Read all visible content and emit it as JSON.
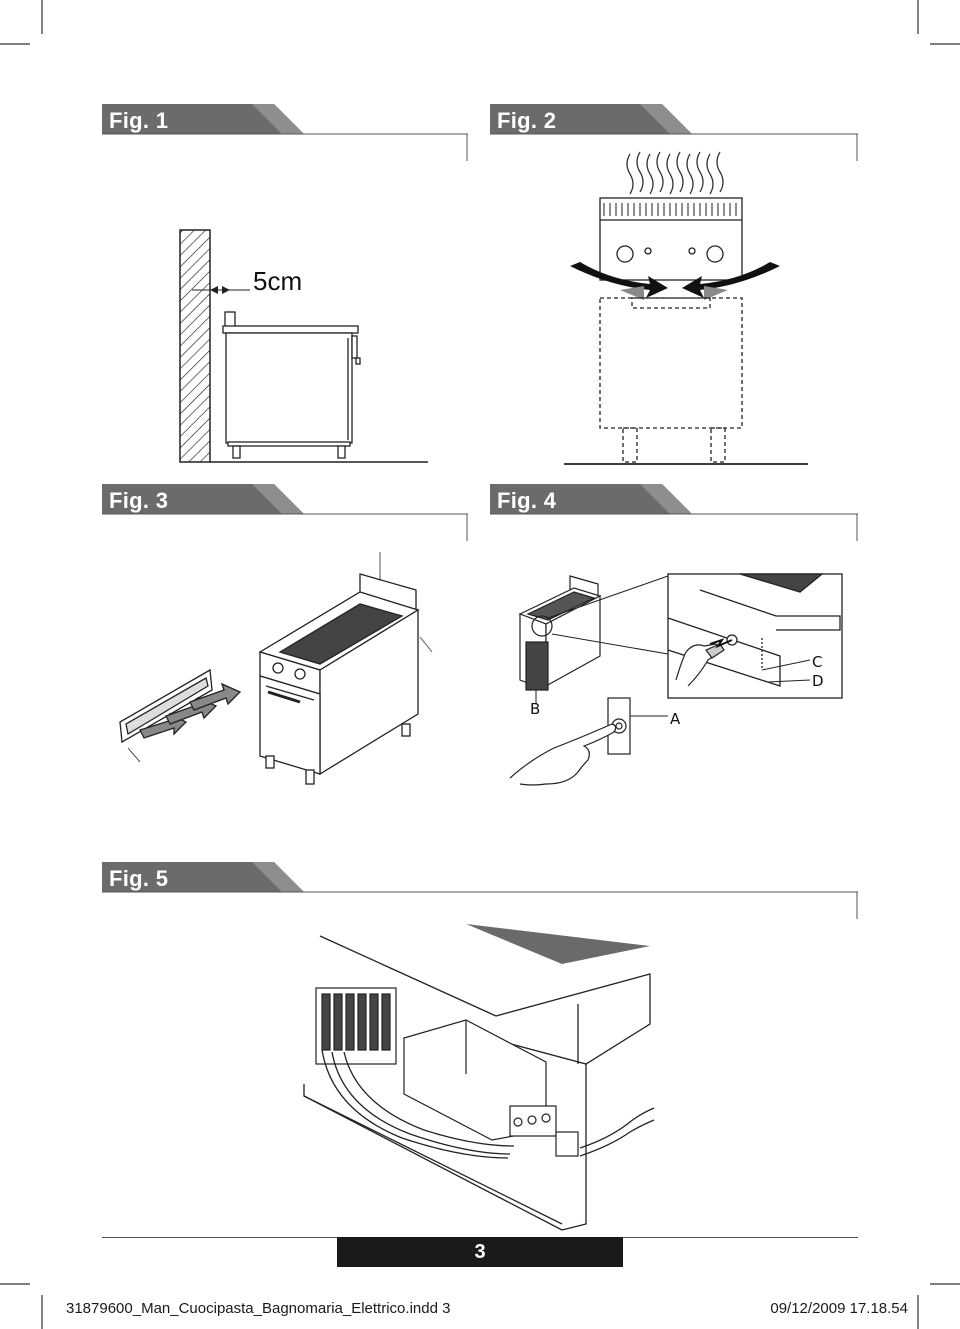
{
  "figures": [
    {
      "id": "fig1",
      "label": "Fig. 1"
    },
    {
      "id": "fig2",
      "label": "Fig. 2"
    },
    {
      "id": "fig3",
      "label": "Fig. 3"
    },
    {
      "id": "fig4",
      "label": "Fig. 4"
    },
    {
      "id": "fig5",
      "label": "Fig. 5"
    }
  ],
  "fig1": {
    "distance": "5cm"
  },
  "fig4": {
    "callouts": {
      "a": "A",
      "b": "B",
      "c": "C",
      "d": "D"
    }
  },
  "page_number": "3",
  "footer": {
    "file": "31879600_Man_Cuocipasta_Bagnomaria_Elettrico.indd   3",
    "timestamp": "09/12/2009   17.18.54"
  },
  "colors": {
    "tab": "#6b6b6b",
    "tab_light": "#9a9a9a",
    "line": "#222222"
  }
}
